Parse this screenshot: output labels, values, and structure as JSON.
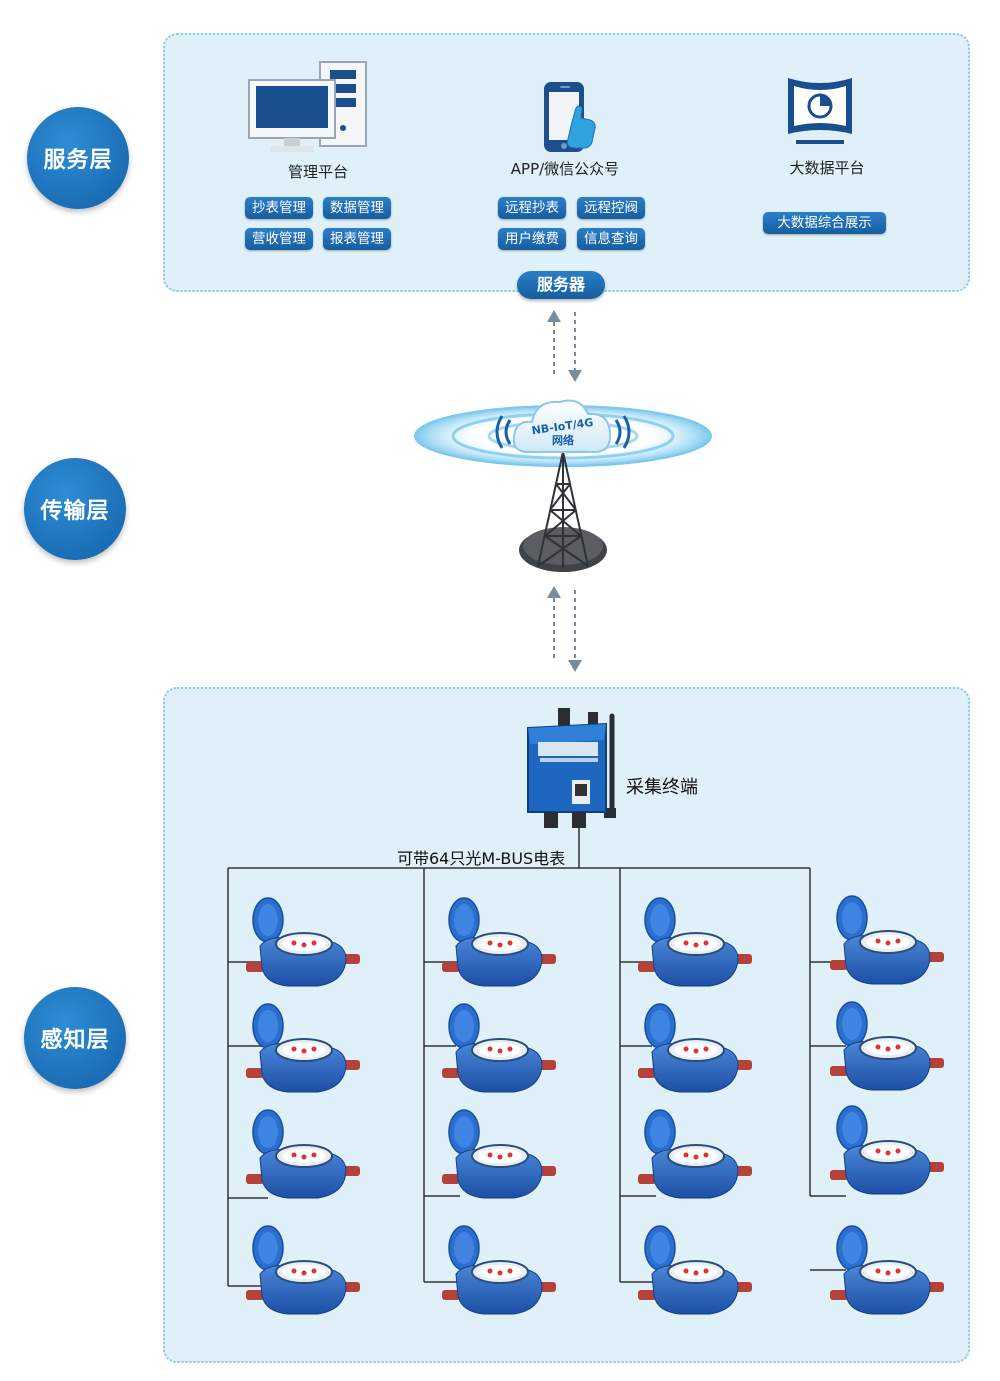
{
  "layers": {
    "service": "服务层",
    "transport": "传输层",
    "perception": "感知层"
  },
  "service": {
    "management": {
      "title": "管理平台",
      "items": [
        "抄表管理",
        "数据管理",
        "营收管理",
        "报表管理"
      ]
    },
    "app": {
      "title": "APP/微信公众号",
      "items": [
        "远程抄表",
        "远程控阀",
        "用户缴费",
        "信息查询"
      ]
    },
    "bigdata": {
      "title": "大数据平台",
      "items": [
        "大数据综合展示"
      ]
    },
    "server_label": "服务器"
  },
  "network": {
    "cloud_line1": "NB-IoT/4G",
    "cloud_line2": "网络"
  },
  "perception": {
    "collector_label": "采集终端",
    "bus_label": "可带64只光M-BUS电表"
  },
  "colors": {
    "accent": "#1a6fbf",
    "panel_bg": "#dff0f8",
    "meter_body": "#2460b8"
  },
  "icons": [
    "monitor-pc-icon",
    "smartphone-touch-icon",
    "bigdata-screen-icon",
    "cloud-icon",
    "signal-tower-icon",
    "collector-terminal-icon",
    "water-meter-icon"
  ]
}
